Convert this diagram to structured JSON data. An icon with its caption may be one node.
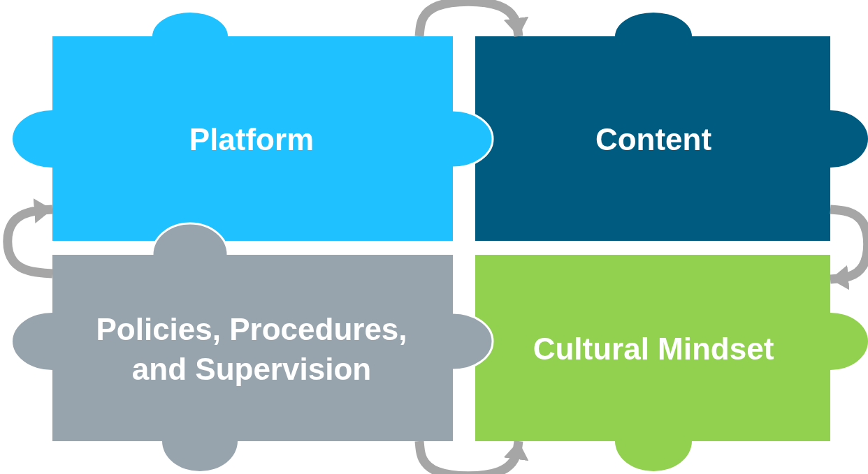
{
  "diagram": {
    "nodes": [
      {
        "text": [
          "Platform"
        ]
      },
      {
        "text": [
          "Content"
        ]
      },
      {
        "text": [
          "Policies, Procedures, and Supervision"
        ]
      },
      {
        "text": [
          "Cultural Mindset"
        ]
      }
    ],
    "edges": [
      {
        "from": 0,
        "to": 1,
        "arrow": "to"
      },
      {
        "from": 1,
        "to": 3,
        "arrow": "to"
      },
      {
        "from": 2,
        "to": 3,
        "arrow": "to"
      },
      {
        "from": 2,
        "to": 0,
        "arrow": "to"
      }
    ]
  }
}
